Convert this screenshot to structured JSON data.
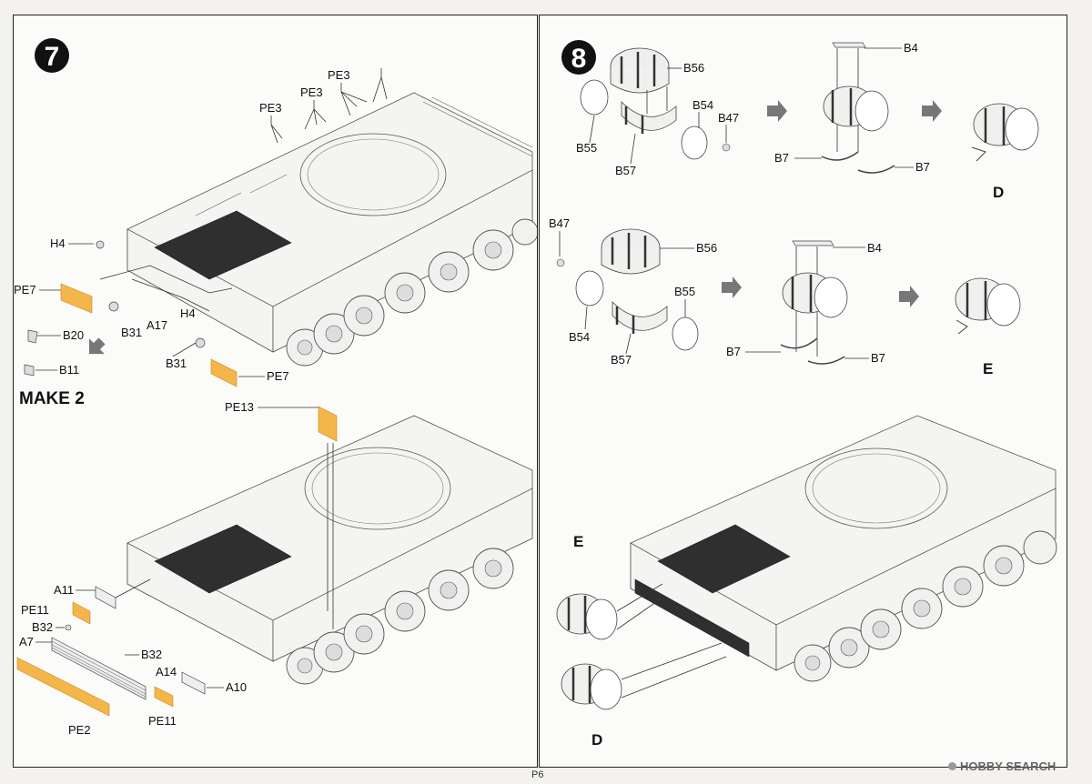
{
  "page_number": "P6",
  "watermark": "HOBBY SEARCH",
  "step7": {
    "number": "7",
    "make_note": "MAKE 2",
    "top_labels": {
      "pe3_a": "PE3",
      "pe3_b": "PE3",
      "pe3_c": "PE3"
    },
    "labels": {
      "h4_a": "H4",
      "pe7_a": "PE7",
      "b20": "B20",
      "b11": "B11",
      "b31_a": "B31",
      "a17": "A17",
      "h4_b": "H4",
      "b31_b": "B31",
      "pe7_b": "PE7"
    },
    "bottom_labels": {
      "pe13": "PE13",
      "a11": "A11",
      "pe11_a": "PE11",
      "b32_a": "B32",
      "a7": "A7",
      "b32_b": "B32",
      "a14": "A14",
      "a10": "A10",
      "pe2": "PE2",
      "pe11_b": "PE11"
    }
  },
  "step8": {
    "number": "8",
    "row_d": {
      "b56": "B56",
      "b4": "B4",
      "b54": "B54",
      "b47": "B47",
      "b55": "B55",
      "b57": "B57",
      "b7_a": "B7",
      "b7_b": "B7",
      "result": "D"
    },
    "row_e": {
      "b47": "B47",
      "b56": "B56",
      "b4": "B4",
      "b55": "B55",
      "b54": "B54",
      "b57": "B57",
      "b7_a": "B7",
      "b7_b": "B7",
      "result": "E"
    },
    "final": {
      "e": "E",
      "d": "D"
    }
  }
}
